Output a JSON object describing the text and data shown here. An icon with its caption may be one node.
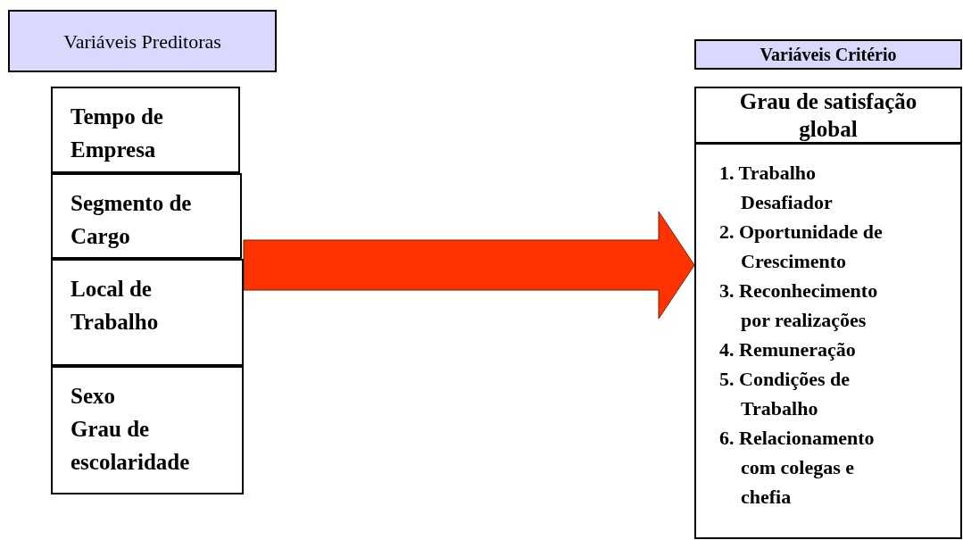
{
  "diagram": {
    "nodes": [
      {
        "text": [
          "Variáveis Preditoras"
        ]
      },
      {
        "text": [
          "Tempo de Empresa"
        ]
      },
      {
        "text": [
          "Segmento de Cargo"
        ]
      },
      {
        "text": [
          "Local de Trabalho"
        ]
      },
      {
        "text": [
          "Sexo",
          "Grau de escolaridade"
        ]
      },
      {
        "text": [
          "Variáveis Critério"
        ]
      },
      {
        "text": [
          "Grau de satisfação global"
        ]
      },
      {
        "text": [
          "1. Trabalho Desafiador",
          "2. Oportunidade de Crescimento",
          "3. Reconhecimento por realizações",
          "4. Remuneração",
          "5. Condições de Trabalho",
          "6. Relacionamento com colegas e chefia"
        ]
      }
    ],
    "edges": [
      {
        "from": 3,
        "to": 7,
        "arrow": "to",
        "style": "thick",
        "color": "#ff3300"
      }
    ]
  }
}
